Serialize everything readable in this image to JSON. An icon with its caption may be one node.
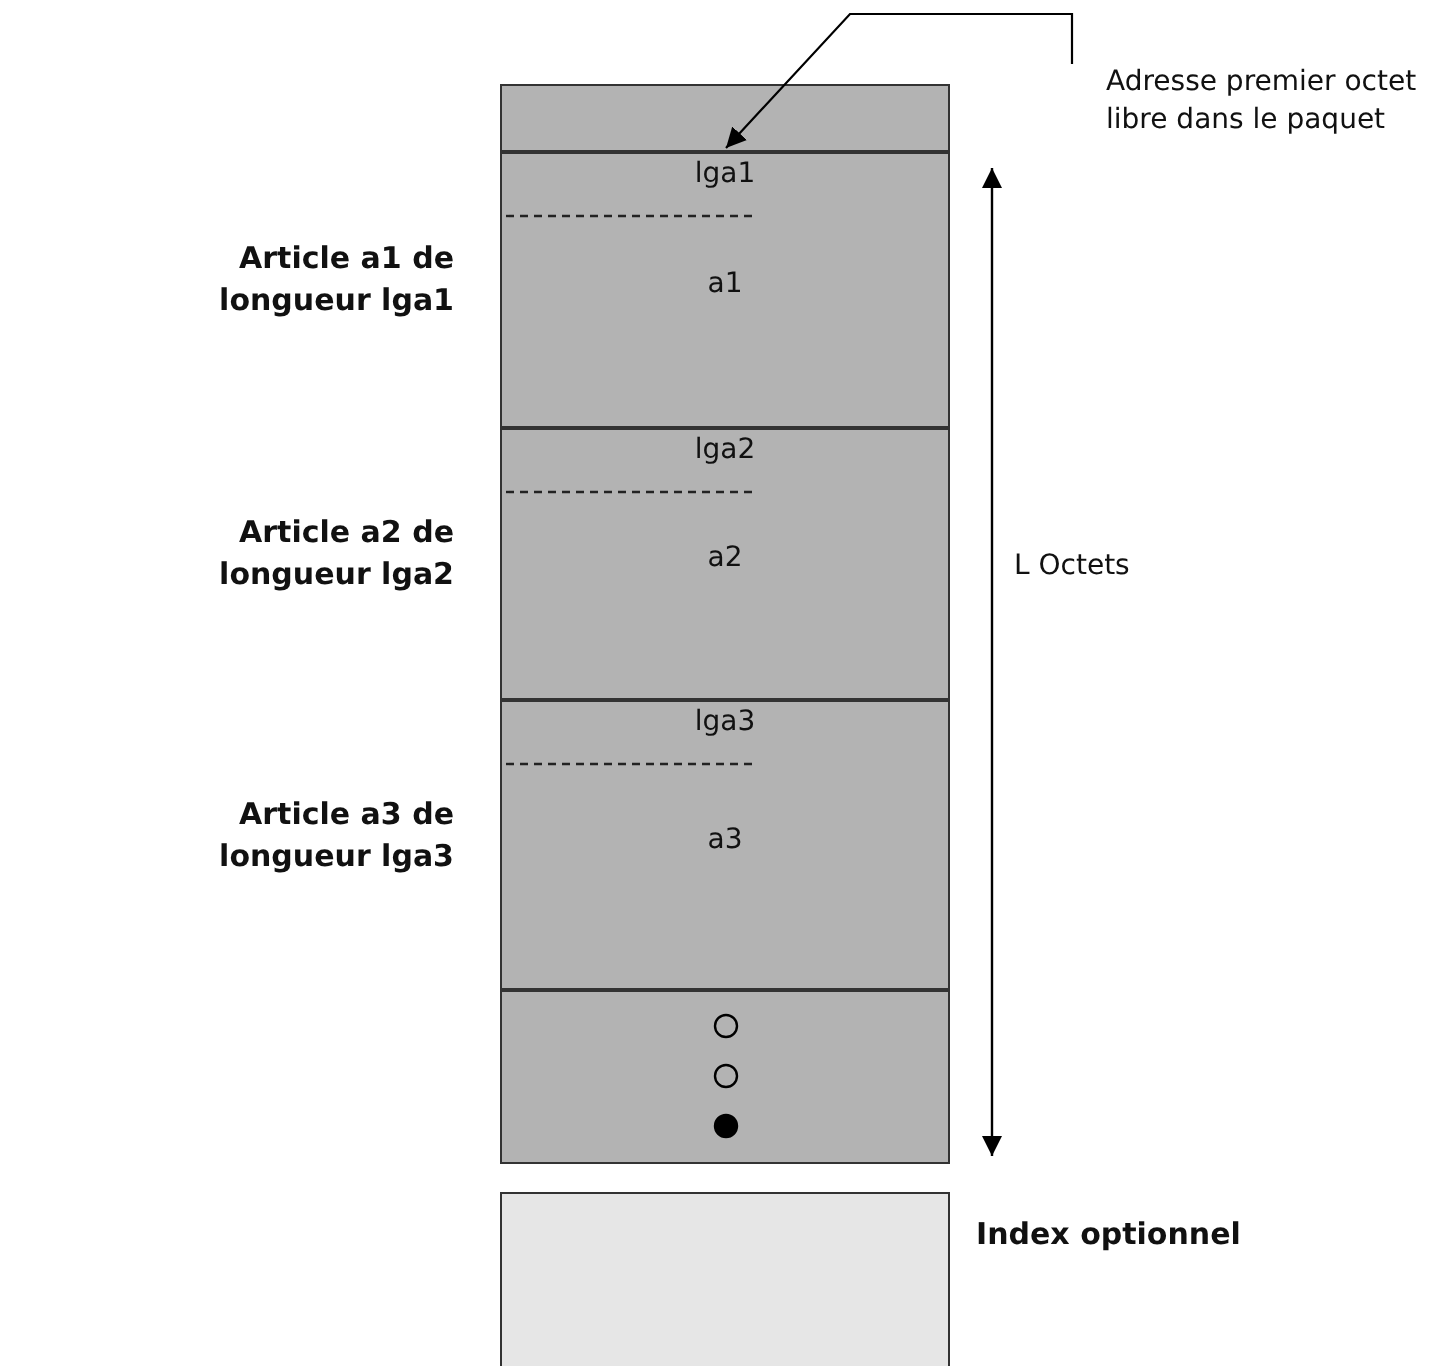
{
  "diagram": {
    "nodes": [
      {
        "text": [],
        "shape": "box"
      },
      {
        "text": [
          "lga1",
          "a1"
        ],
        "beside": [
          "Article a1 de longueur lga1"
        ]
      },
      {
        "text": [
          "lga2",
          "a2"
        ],
        "beside": [
          "Article a2 de longueur lga2"
        ]
      },
      {
        "text": [
          "lga3",
          "a3"
        ],
        "beside": [
          "Article a3 de longueur lga3"
        ]
      },
      {
        "text": [],
        "shape": "box"
      },
      {
        "text": [],
        "shape": "box",
        "beside": [
          "Index optionnel"
        ]
      },
      {
        "text": [
          "Adresse premier octet libre dans le paquet"
        ]
      }
    ],
    "edges": [
      {
        "from": 6,
        "to": 0,
        "arrow": "to"
      }
    ],
    "labels": [
      "L Octets"
    ]
  }
}
